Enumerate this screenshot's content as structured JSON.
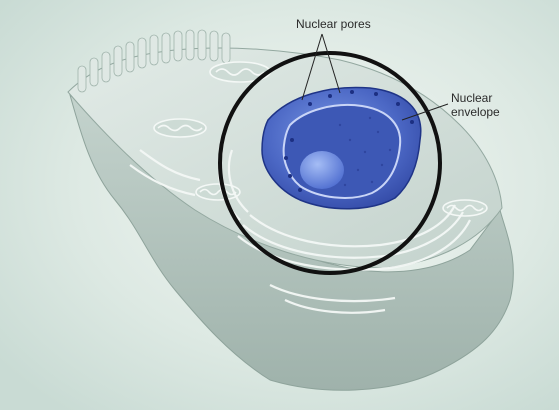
{
  "labels": {
    "nuclear_pores": "Nuclear pores",
    "nuclear_envelope_line1": "Nuclear",
    "nuclear_envelope_line2": "envelope"
  },
  "colors": {
    "background": "#e6efe9",
    "cell_body": "#b9c9c3",
    "cell_top": "#d6e2dc",
    "organelle_line": "#f4f8f6",
    "nucleus_blue": "#4f6ec9",
    "nucleus_dark": "#2d44a0",
    "nucleolus": "#6d8fe0",
    "highlight_circle": "#111111",
    "leader_line": "#222222"
  }
}
